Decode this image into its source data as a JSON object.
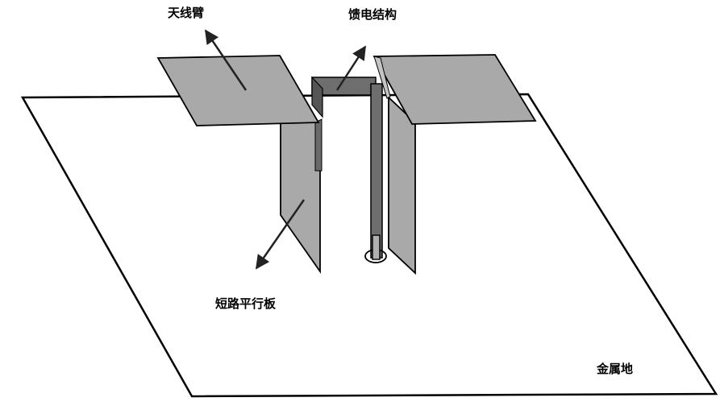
{
  "labels": {
    "antenna_arm": "天线臂",
    "feed_structure": "馈电结构",
    "shorting_plates": "短路平行板",
    "ground": "金属地"
  },
  "colors": {
    "background": "#ffffff",
    "outline": "#000000",
    "plate_fill": "#a9a9a9",
    "plate_light": "#c4c4c4",
    "feed_fill": "#6e6e6e",
    "feed_dark": "#555555",
    "arrow": "#222222"
  }
}
